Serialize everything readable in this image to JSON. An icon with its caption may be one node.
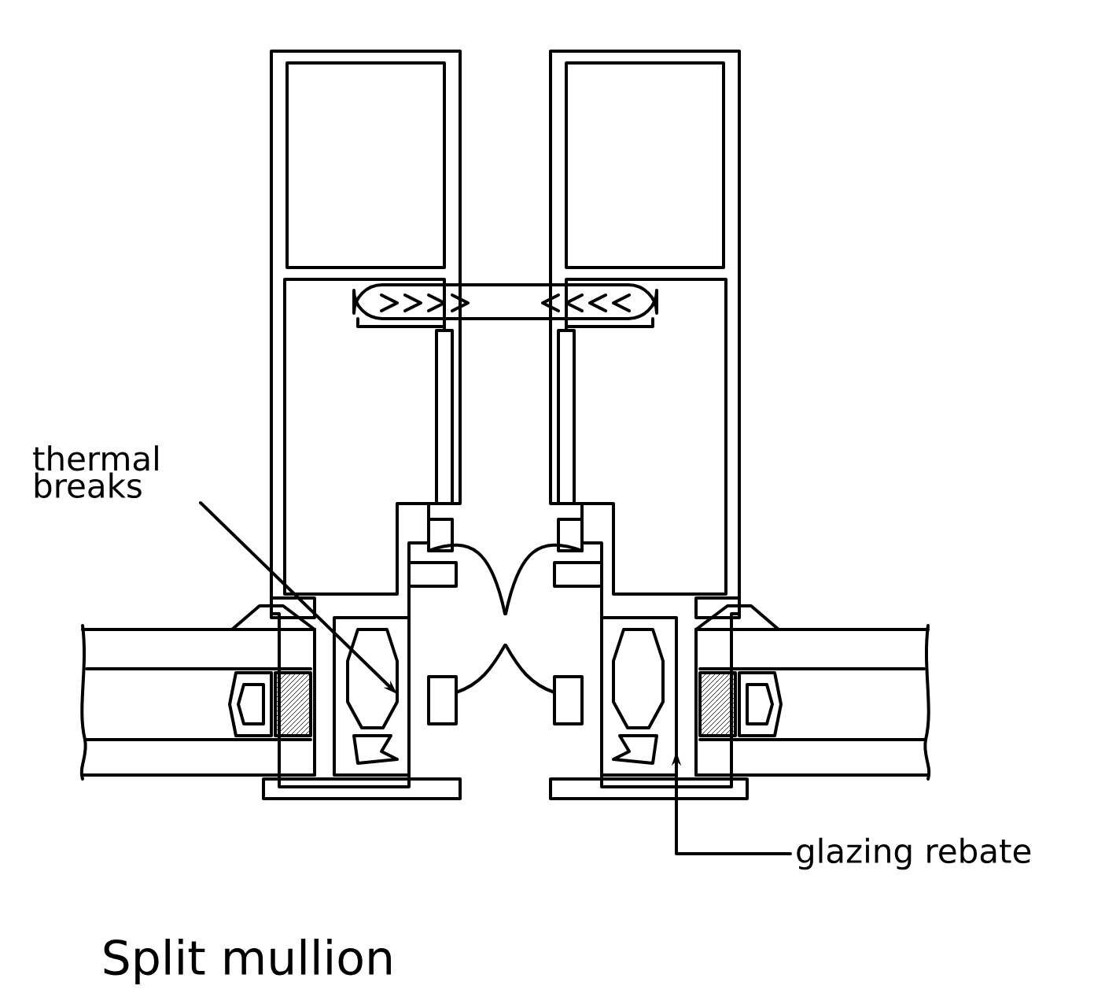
{
  "diagram": {
    "caption": "Split mullion",
    "nodes": [
      {
        "text": [
          "thermal breaks"
        ]
      },
      {
        "text": [
          "glazing rebate"
        ]
      }
    ],
    "edges": [
      {
        "from": 0,
        "to": null,
        "arrow": "to"
      },
      {
        "from": 1,
        "to": null,
        "arrow": "to"
      }
    ]
  }
}
